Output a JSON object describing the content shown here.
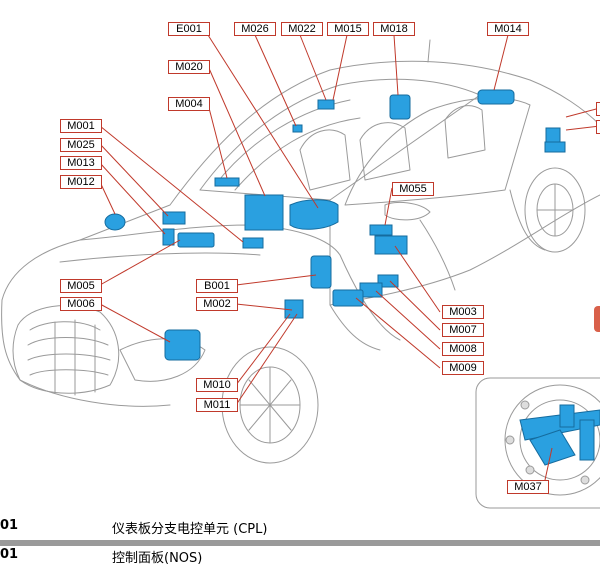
{
  "diagram": {
    "labels": {
      "E001": "E001",
      "M026": "M026",
      "M022": "M022",
      "M015": "M015",
      "M018": "M018",
      "M014": "M014",
      "M020": "M020",
      "M004": "M004",
      "M001": "M001",
      "M025": "M025",
      "M013": "M013",
      "M012": "M012",
      "M055": "M055",
      "M005": "M005",
      "M006": "M006",
      "B001": "B001",
      "M002": "M002",
      "M003": "M003",
      "M007": "M007",
      "M008": "M008",
      "M009": "M009",
      "M010": "M010",
      "M011": "M011",
      "M037": "M037"
    },
    "colors": {
      "component": "#2aa0e0",
      "component_dark": "#156b9e",
      "label_border": "#c0392b",
      "leader": "#c0392b",
      "car_line": "#9a9a9a"
    }
  },
  "legend": {
    "rows": [
      {
        "code": "01",
        "text": "仪表板分支电控单元 (CPL)"
      },
      {
        "code": "01",
        "text": "控制面板(NOS)"
      }
    ]
  }
}
